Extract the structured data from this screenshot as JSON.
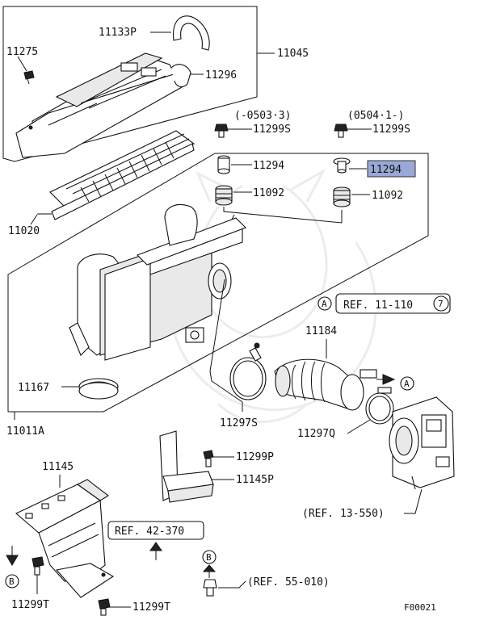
{
  "diagram_id": "F00021",
  "highlight_color": "#9aa8d8",
  "parts": {
    "p11133P": "11133P",
    "p11275": "11275",
    "p11045": "11045",
    "p11296": "11296",
    "p11020": "11020",
    "p11299S_a": "11299S",
    "p11299S_b": "11299S",
    "p11294_a": "11294",
    "p11294_b": "11294",
    "p11092_a": "11092",
    "p11092_b": "11092",
    "p11167": "11167",
    "p11011A": "11011A",
    "p11184": "11184",
    "p11297S": "11297S",
    "p11297Q": "11297Q",
    "p11299P": "11299P",
    "p11145P": "11145P",
    "p11145": "11145",
    "p11299T_a": "11299T",
    "p11299T_b": "11299T"
  },
  "date_ranges": {
    "left": "(-0503·3)",
    "right": "(0504·1-)"
  },
  "refs": {
    "ref_11_110": "REF. 11-110",
    "ref_11_110_num": "7",
    "ref_13_550": "(REF. 13-550)",
    "ref_42_370": "REF. 42-370",
    "ref_55_010": "(REF. 55-010)"
  },
  "markers": {
    "A": "A",
    "B": "B"
  }
}
